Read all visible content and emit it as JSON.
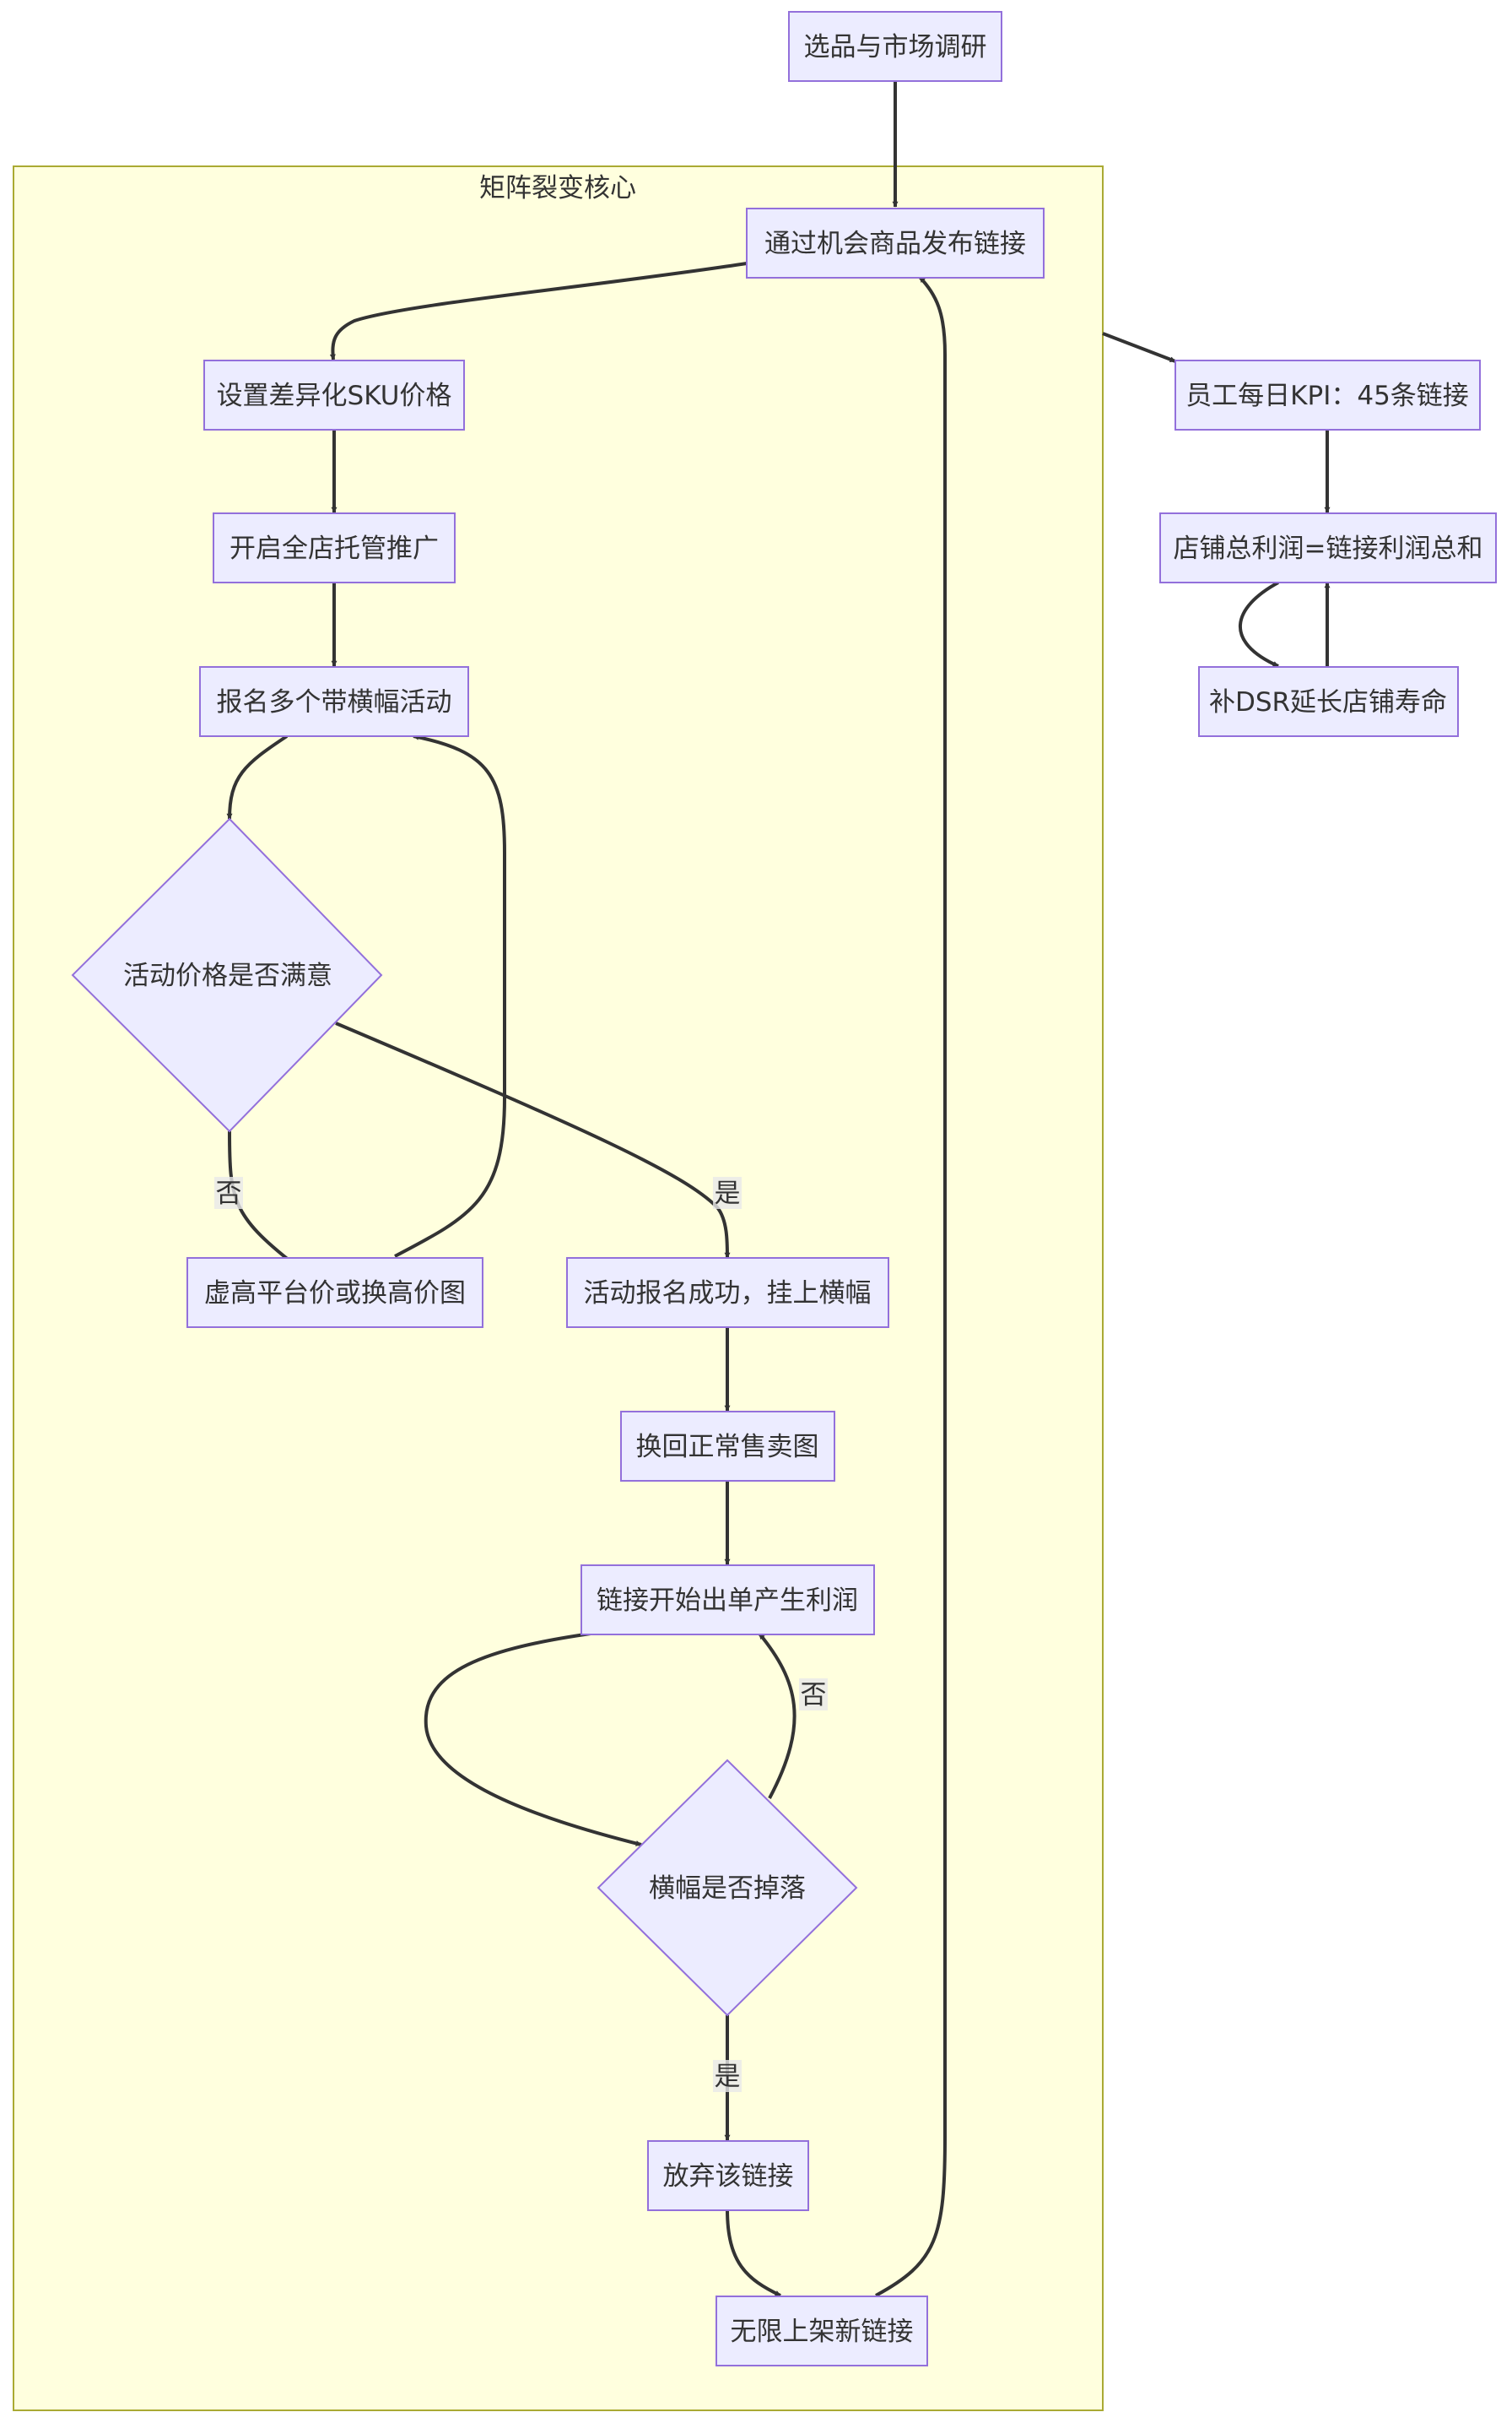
{
  "diagram": {
    "cluster_title": "矩阵裂变核心",
    "nodes": {
      "research": "选品与市场调研",
      "publish": "通过机会商品发布链接",
      "sku": "设置差异化SKU价格",
      "promo": "开启全店托管推广",
      "signup": "报名多个带横幅活动",
      "price_ok": "活动价格是否满意",
      "raise_price": "虚高平台价或换高价图",
      "success": "活动报名成功，挂上横幅",
      "normal_img": "换回正常售卖图",
      "profit": "链接开始出单产生利润",
      "banner_drop": "横幅是否掉落",
      "abandon": "放弃该链接",
      "relist": "无限上架新链接",
      "kpi": "员工每日KPI：45条链接",
      "total_profit": "店铺总利润=链接利润总和",
      "dsr": "补DSR延长店铺寿命"
    },
    "edge_labels": {
      "price_no": "否",
      "price_yes": "是",
      "drop_no": "否",
      "drop_yes": "是"
    }
  },
  "colors": {
    "node_fill": "#ececff",
    "node_stroke": "#9370db",
    "cluster_fill": "#ffffde",
    "cluster_stroke": "#aaaa33",
    "edge": "#333333"
  }
}
